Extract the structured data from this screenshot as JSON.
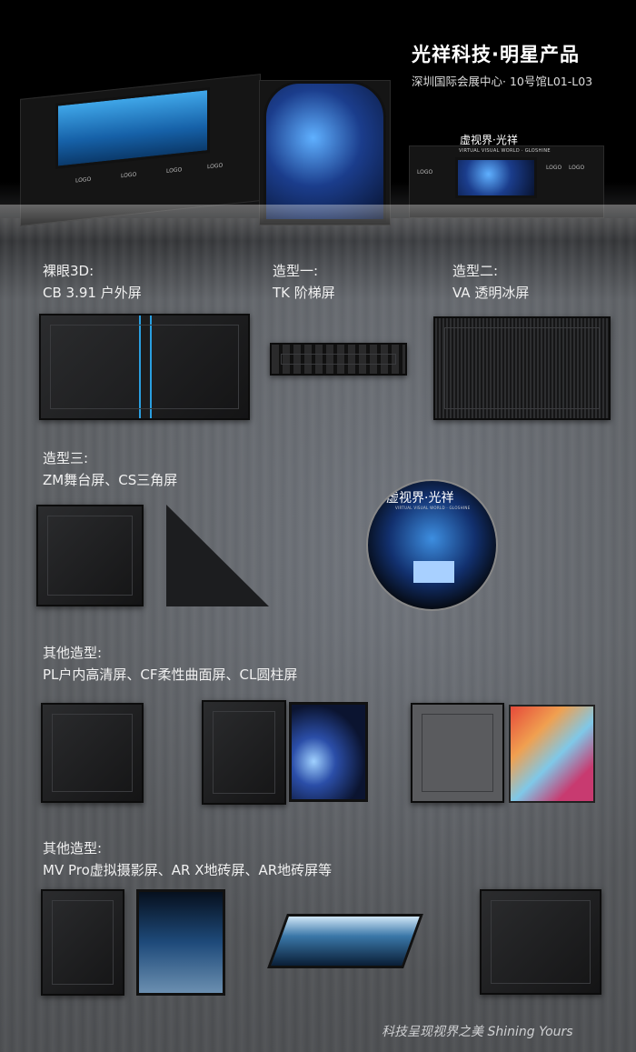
{
  "header": {
    "title": "光祥科技·明星产品",
    "subtitle": "深圳国际会展中心· 10号馆L01-L03"
  },
  "booth": {
    "sign": "虚视界·光祥",
    "sign_sub": "VIRTUAL VISUAL WORLD · GLOSHINE",
    "logo": "LOGO"
  },
  "sections": [
    {
      "line1": "裸眼3D:",
      "line2": "CB 3.91 户外屏"
    },
    {
      "line1": "造型一:",
      "line2": "TK 阶梯屏"
    },
    {
      "line1": "造型二:",
      "line2": "VA 透明冰屏"
    },
    {
      "line1": "造型三:",
      "line2": "ZM舞台屏、CS三角屏"
    },
    {
      "line1": "其他造型:",
      "line2": "PL户内高清屏、CF柔性曲面屏、CL圆柱屏"
    },
    {
      "line1": "其他造型:",
      "line2": "MV Pro虚拟摄影屏、AR X地砖屏、AR地砖屏等"
    }
  ],
  "footer": "科技呈现视界之美 Shining Yours",
  "colors": {
    "accent": "#2a9fe0",
    "background": "#5a5d61"
  }
}
